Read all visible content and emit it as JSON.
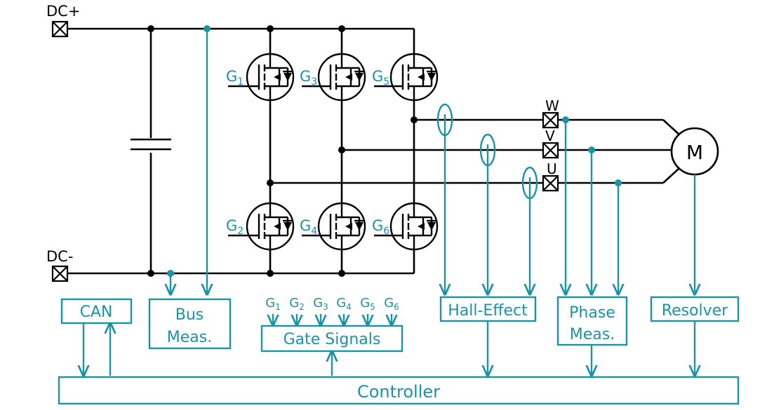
{
  "diagram": {
    "title": "Three-phase inverter motor drive block diagram",
    "colors": {
      "wire": "#000000",
      "signal": "#1a93a4",
      "block_fill": "#ffffff",
      "text_dark": "#000000",
      "text_signal": "#1a93a4"
    }
  },
  "terminals": {
    "dc_positive": "DC+",
    "dc_negative": "DC-",
    "phase_w": "W",
    "phase_v": "V",
    "phase_u": "U"
  },
  "motor": {
    "label": "M"
  },
  "switches": [
    {
      "id": "Q1",
      "gate_label": "G",
      "gate_sub": "1",
      "position": "high-side-leg-1"
    },
    {
      "id": "Q3",
      "gate_label": "G",
      "gate_sub": "3",
      "position": "high-side-leg-2"
    },
    {
      "id": "Q5",
      "gate_label": "G",
      "gate_sub": "5",
      "position": "high-side-leg-3"
    },
    {
      "id": "Q2",
      "gate_label": "G",
      "gate_sub": "2",
      "position": "low-side-leg-1"
    },
    {
      "id": "Q4",
      "gate_label": "G",
      "gate_sub": "4",
      "position": "low-side-leg-2"
    },
    {
      "id": "Q6",
      "gate_label": "G",
      "gate_sub": "6",
      "position": "low-side-leg-3"
    }
  ],
  "gate_signal_labels": [
    {
      "base": "G",
      "sub": "1"
    },
    {
      "base": "G",
      "sub": "2"
    },
    {
      "base": "G",
      "sub": "3"
    },
    {
      "base": "G",
      "sub": "4"
    },
    {
      "base": "G",
      "sub": "5"
    },
    {
      "base": "G",
      "sub": "6"
    }
  ],
  "blocks": {
    "can": {
      "label": "CAN"
    },
    "bus_meas": {
      "line1": "Bus",
      "line2": "Meas."
    },
    "gate_signals": {
      "label": "Gate Signals"
    },
    "hall_effect": {
      "label": "Hall-Effect"
    },
    "phase_meas": {
      "line1": "Phase",
      "line2": "Meas."
    },
    "resolver": {
      "label": "Resolver"
    },
    "controller": {
      "label": "Controller"
    }
  }
}
